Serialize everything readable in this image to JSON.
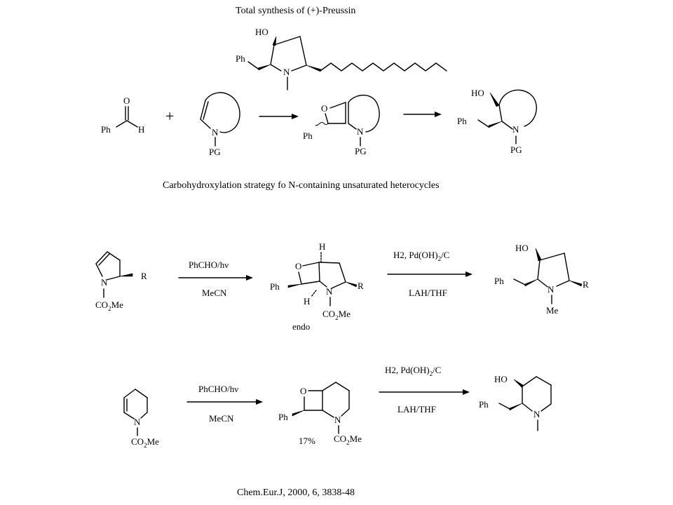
{
  "title": "Total synthesis of (+)-Preussin",
  "strategy_caption": "Carbohydroxylation strategy fo N-containing unsaturated heterocycles",
  "citation": "Chem.Eur.J, 2000, 6, 3838-48",
  "atoms": {
    "HO": "HO",
    "Ph": "Ph",
    "N": "N",
    "O": "O",
    "H": "H",
    "R": "R",
    "Me": "Me",
    "PG": "PG",
    "plus": "+",
    "co2me_a": "CO",
    "co2me_sub": "2",
    "co2me_b": "Me"
  },
  "reaction1": {
    "reagent_top": "PhCHO/h",
    "reagent_top_nu": "ν",
    "reagent_bottom": "MeCN",
    "product_label": "endo",
    "step2_top_a": "H2, Pd(OH)",
    "step2_top_sub": "2",
    "step2_top_b": "/C",
    "step2_bottom": "LAH/THF"
  },
  "reaction2": {
    "reagent_top": "PhCHO/h",
    "reagent_top_nu": "ν",
    "reagent_bottom": "MeCN",
    "yield": "17%",
    "step2_top_a": "H2, Pd(OH)",
    "step2_top_sub": "2",
    "step2_top_b": "/C",
    "step2_bottom": "LAH/THF"
  }
}
